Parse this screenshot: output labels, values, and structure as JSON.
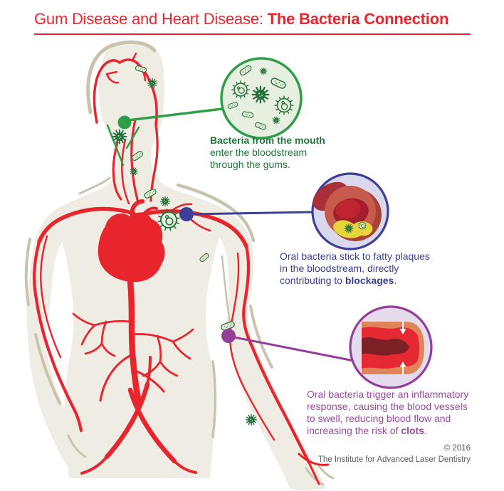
{
  "title": {
    "prefix": "Gum Disease and Heart Disease: ",
    "emphasis": "The Bacteria Connection"
  },
  "callouts": {
    "mouth": {
      "heading_bold": "Bacteria from the mouth",
      "body": "enter the bloodstream\nthrough the gums."
    },
    "plaques": {
      "pre": "Oral bacteria stick to fatty plaques\nin the bloodstream, directly\ncontributing to ",
      "bold": "blockages",
      "post": "."
    },
    "inflammation": {
      "pre": "Oral bacteria trigger an inflammatory\nresponse, causing the blood vessels\nto swell, reducing blood flow and\nincreasing the risk of ",
      "bold": "clots",
      "post": "."
    }
  },
  "footer": {
    "copyright": "© 2016",
    "organization": "The Institute for Advanced Laser Dentistry"
  },
  "colors": {
    "accent_red": "#e8252d",
    "green": "#2f9e49",
    "green_text": "#1b7a3a",
    "blue": "#3b3f97",
    "purple": "#943e99",
    "purple_text": "#9b4aa0",
    "body_fill": "#efece4",
    "body_outline": "#cbc2ad",
    "plaque_yellow": "#e8d53c"
  },
  "icons": {
    "bacteria": [
      "rod-bacterium-icon",
      "coccus-bacterium-icon",
      "ciliated-bacterium-icon"
    ]
  }
}
